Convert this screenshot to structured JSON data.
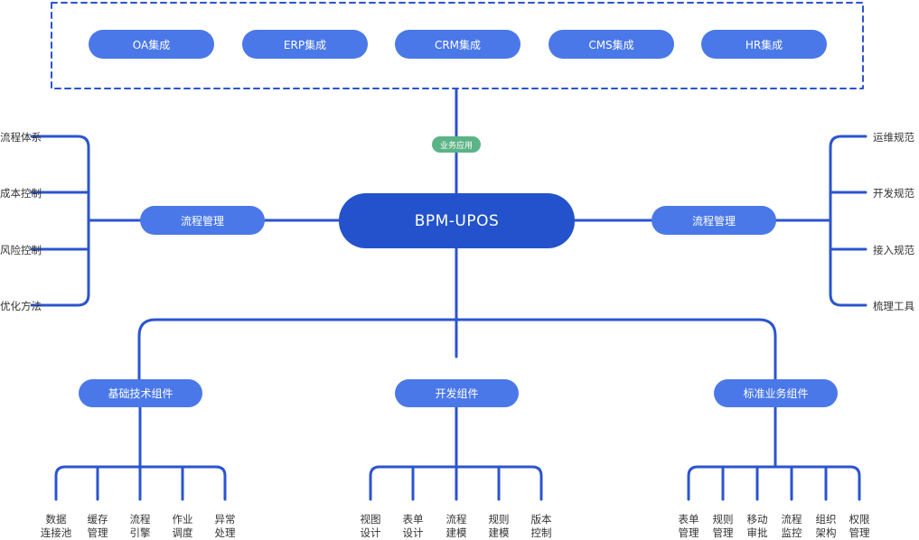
{
  "integrations": [
    "OA集成",
    "ERP集成",
    "CRM集成",
    "CMS集成",
    "HR集成"
  ],
  "tag": "业务应用",
  "core": "BPM-UPOS",
  "left": {
    "hub": "流程管理",
    "items": [
      "流程体系",
      "成本控制",
      "风险控制",
      "优化方法"
    ]
  },
  "right": {
    "hub": "流程管理",
    "items": [
      "运维规范",
      "开发规范",
      "接入规范",
      "梳理工具"
    ]
  },
  "components": [
    {
      "name": "基础技术组件",
      "leaves": [
        [
          "数据",
          "连接池"
        ],
        [
          "缓存",
          "管理"
        ],
        [
          "流程",
          "引擎"
        ],
        [
          "作业",
          "调度"
        ],
        [
          "异常",
          "处理"
        ]
      ]
    },
    {
      "name": "开发组件",
      "leaves": [
        [
          "视图",
          "设计"
        ],
        [
          "表单",
          "设计"
        ],
        [
          "流程",
          "建模"
        ],
        [
          "规则",
          "建模"
        ],
        [
          "版本",
          "控制"
        ]
      ]
    },
    {
      "name": "标准业务组件",
      "leaves": [
        [
          "表单",
          "管理"
        ],
        [
          "规则",
          "管理"
        ],
        [
          "移动",
          "审批"
        ],
        [
          "流程",
          "监控"
        ],
        [
          "组织",
          "架构"
        ],
        [
          "权限",
          "管理"
        ]
      ]
    }
  ],
  "colors": {
    "line": "#2b54d0",
    "pill": "#4a78e8",
    "core": "#2352cc",
    "tag": "#5cb486"
  }
}
